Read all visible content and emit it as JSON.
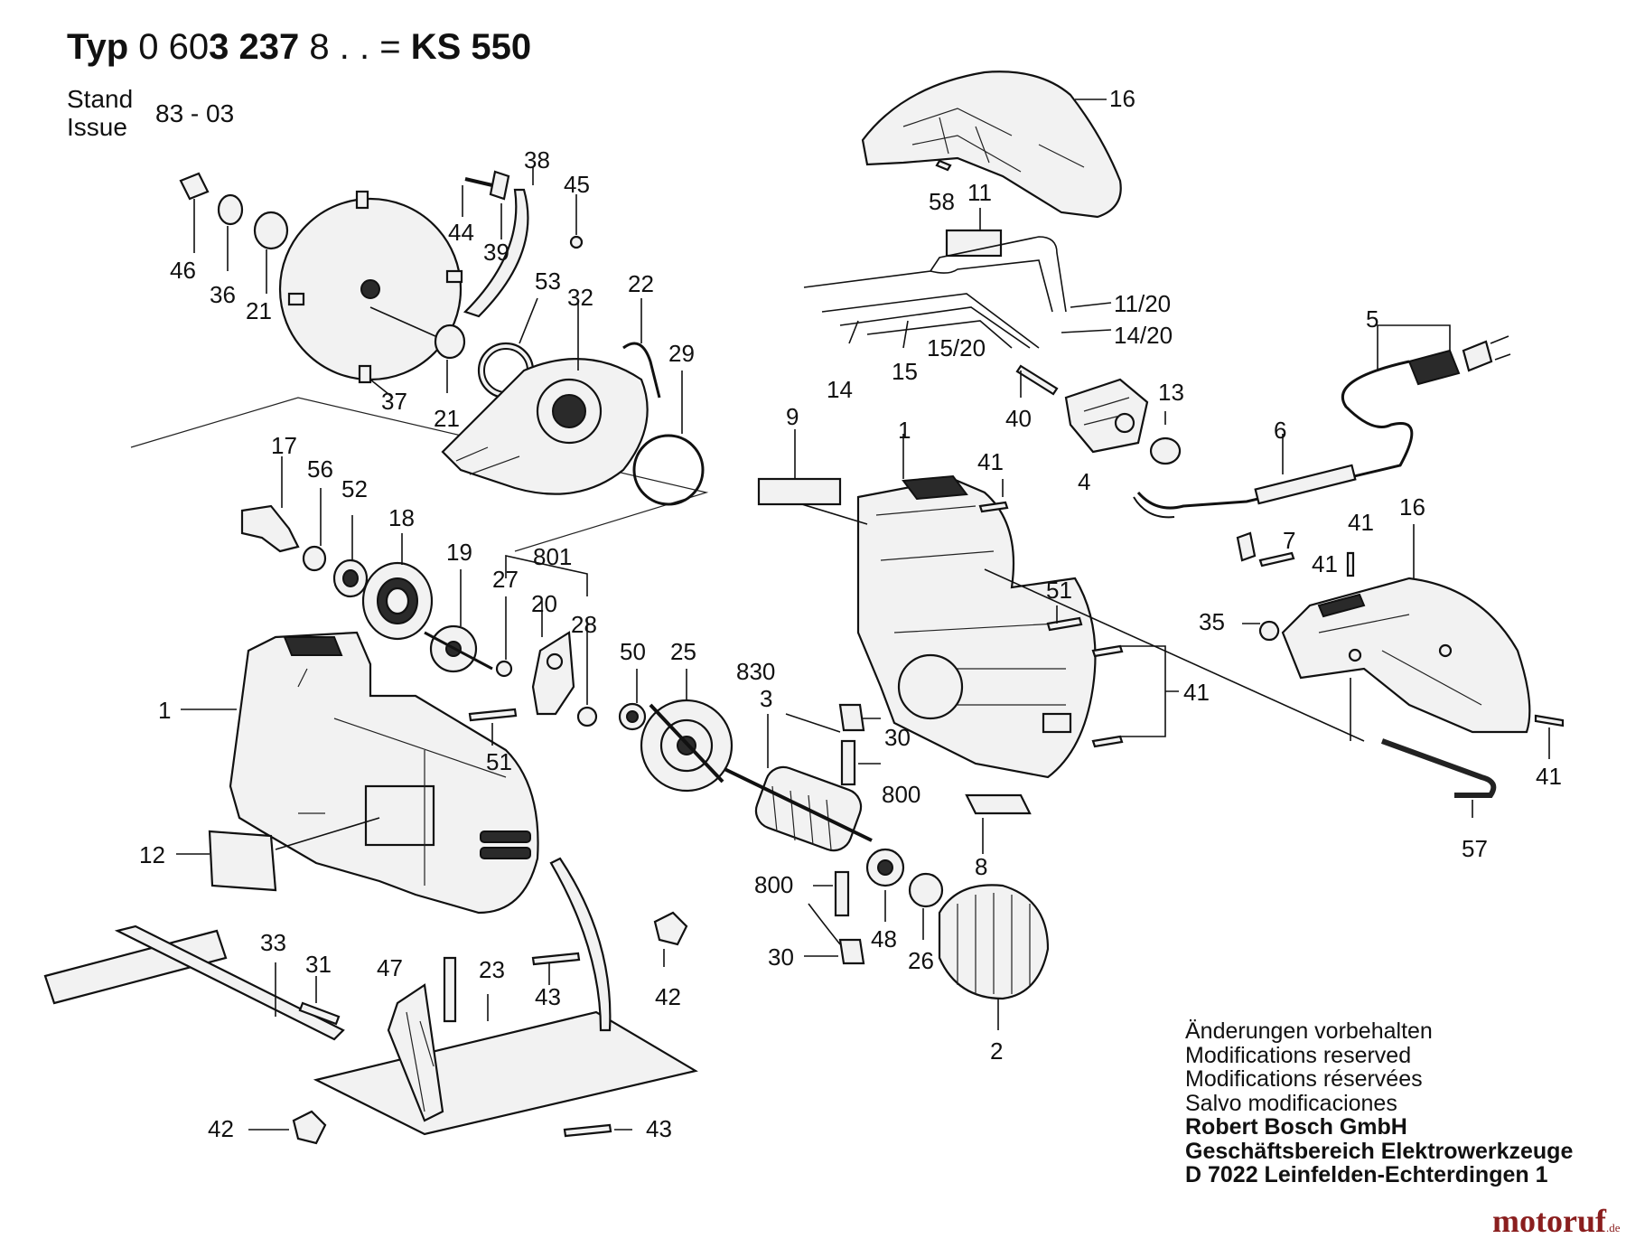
{
  "header": {
    "typ_label": "Typ",
    "typ_prefix": "0 60",
    "typ_code": "3 237",
    "typ_suffix": "8 . .",
    "equals": "=",
    "model": "KS 550",
    "stand_label": "Stand",
    "issue_label": "Issue",
    "stand_value": "83 - 03"
  },
  "notes": {
    "lines": [
      "Änderungen vorbehalten",
      "Modifications reserved",
      "Modifications réservées",
      "Salvo modificaciones"
    ],
    "company": [
      "Robert Bosch GmbH",
      "Geschäftsbereich Elektrowerkzeuge",
      "D 7022 Leinfelden-Echterdingen 1"
    ]
  },
  "brand": {
    "name": "motoruf",
    "suffix": ".de"
  },
  "labels": {
    "p16a": "16",
    "p58": "58",
    "p11": "11",
    "p11_20": "11/20",
    "p14_20": "14/20",
    "p14": "14",
    "p15": "15",
    "p15_20": "15/20",
    "p40": "40",
    "p13": "13",
    "p4": "4",
    "p5": "5",
    "p6": "6",
    "p9": "9",
    "p1r": "1",
    "p41a": "41",
    "p41b": "41",
    "p41c": "41",
    "p41d": "41",
    "p41e": "41",
    "p16b": "16",
    "p7": "7",
    "p35": "35",
    "p51r": "51",
    "p57": "57",
    "p8": "8",
    "p2": "2",
    "p26": "26",
    "p48": "48",
    "p800a": "800",
    "p800b": "800",
    "p830": "830",
    "p3": "3",
    "p30a": "30",
    "p30b": "30",
    "p25": "25",
    "p50": "50",
    "p801": "801",
    "p20": "20",
    "p27": "27",
    "p28": "28",
    "p19": "19",
    "p18": "18",
    "p52": "52",
    "p56": "56",
    "p17": "17",
    "p51l": "51",
    "p1l": "1",
    "p12": "12",
    "p46": "46",
    "p36": "36",
    "p21a": "21",
    "p21b": "21",
    "p37": "37",
    "p44": "44",
    "p39": "39",
    "p38": "38",
    "p45": "45",
    "p53": "53",
    "p32": "32",
    "p22": "22",
    "p29": "29",
    "p33": "33",
    "p31": "31",
    "p47": "47",
    "p23": "23",
    "p43a": "43",
    "p43b": "43",
    "p42a": "42",
    "p42b": "42"
  }
}
